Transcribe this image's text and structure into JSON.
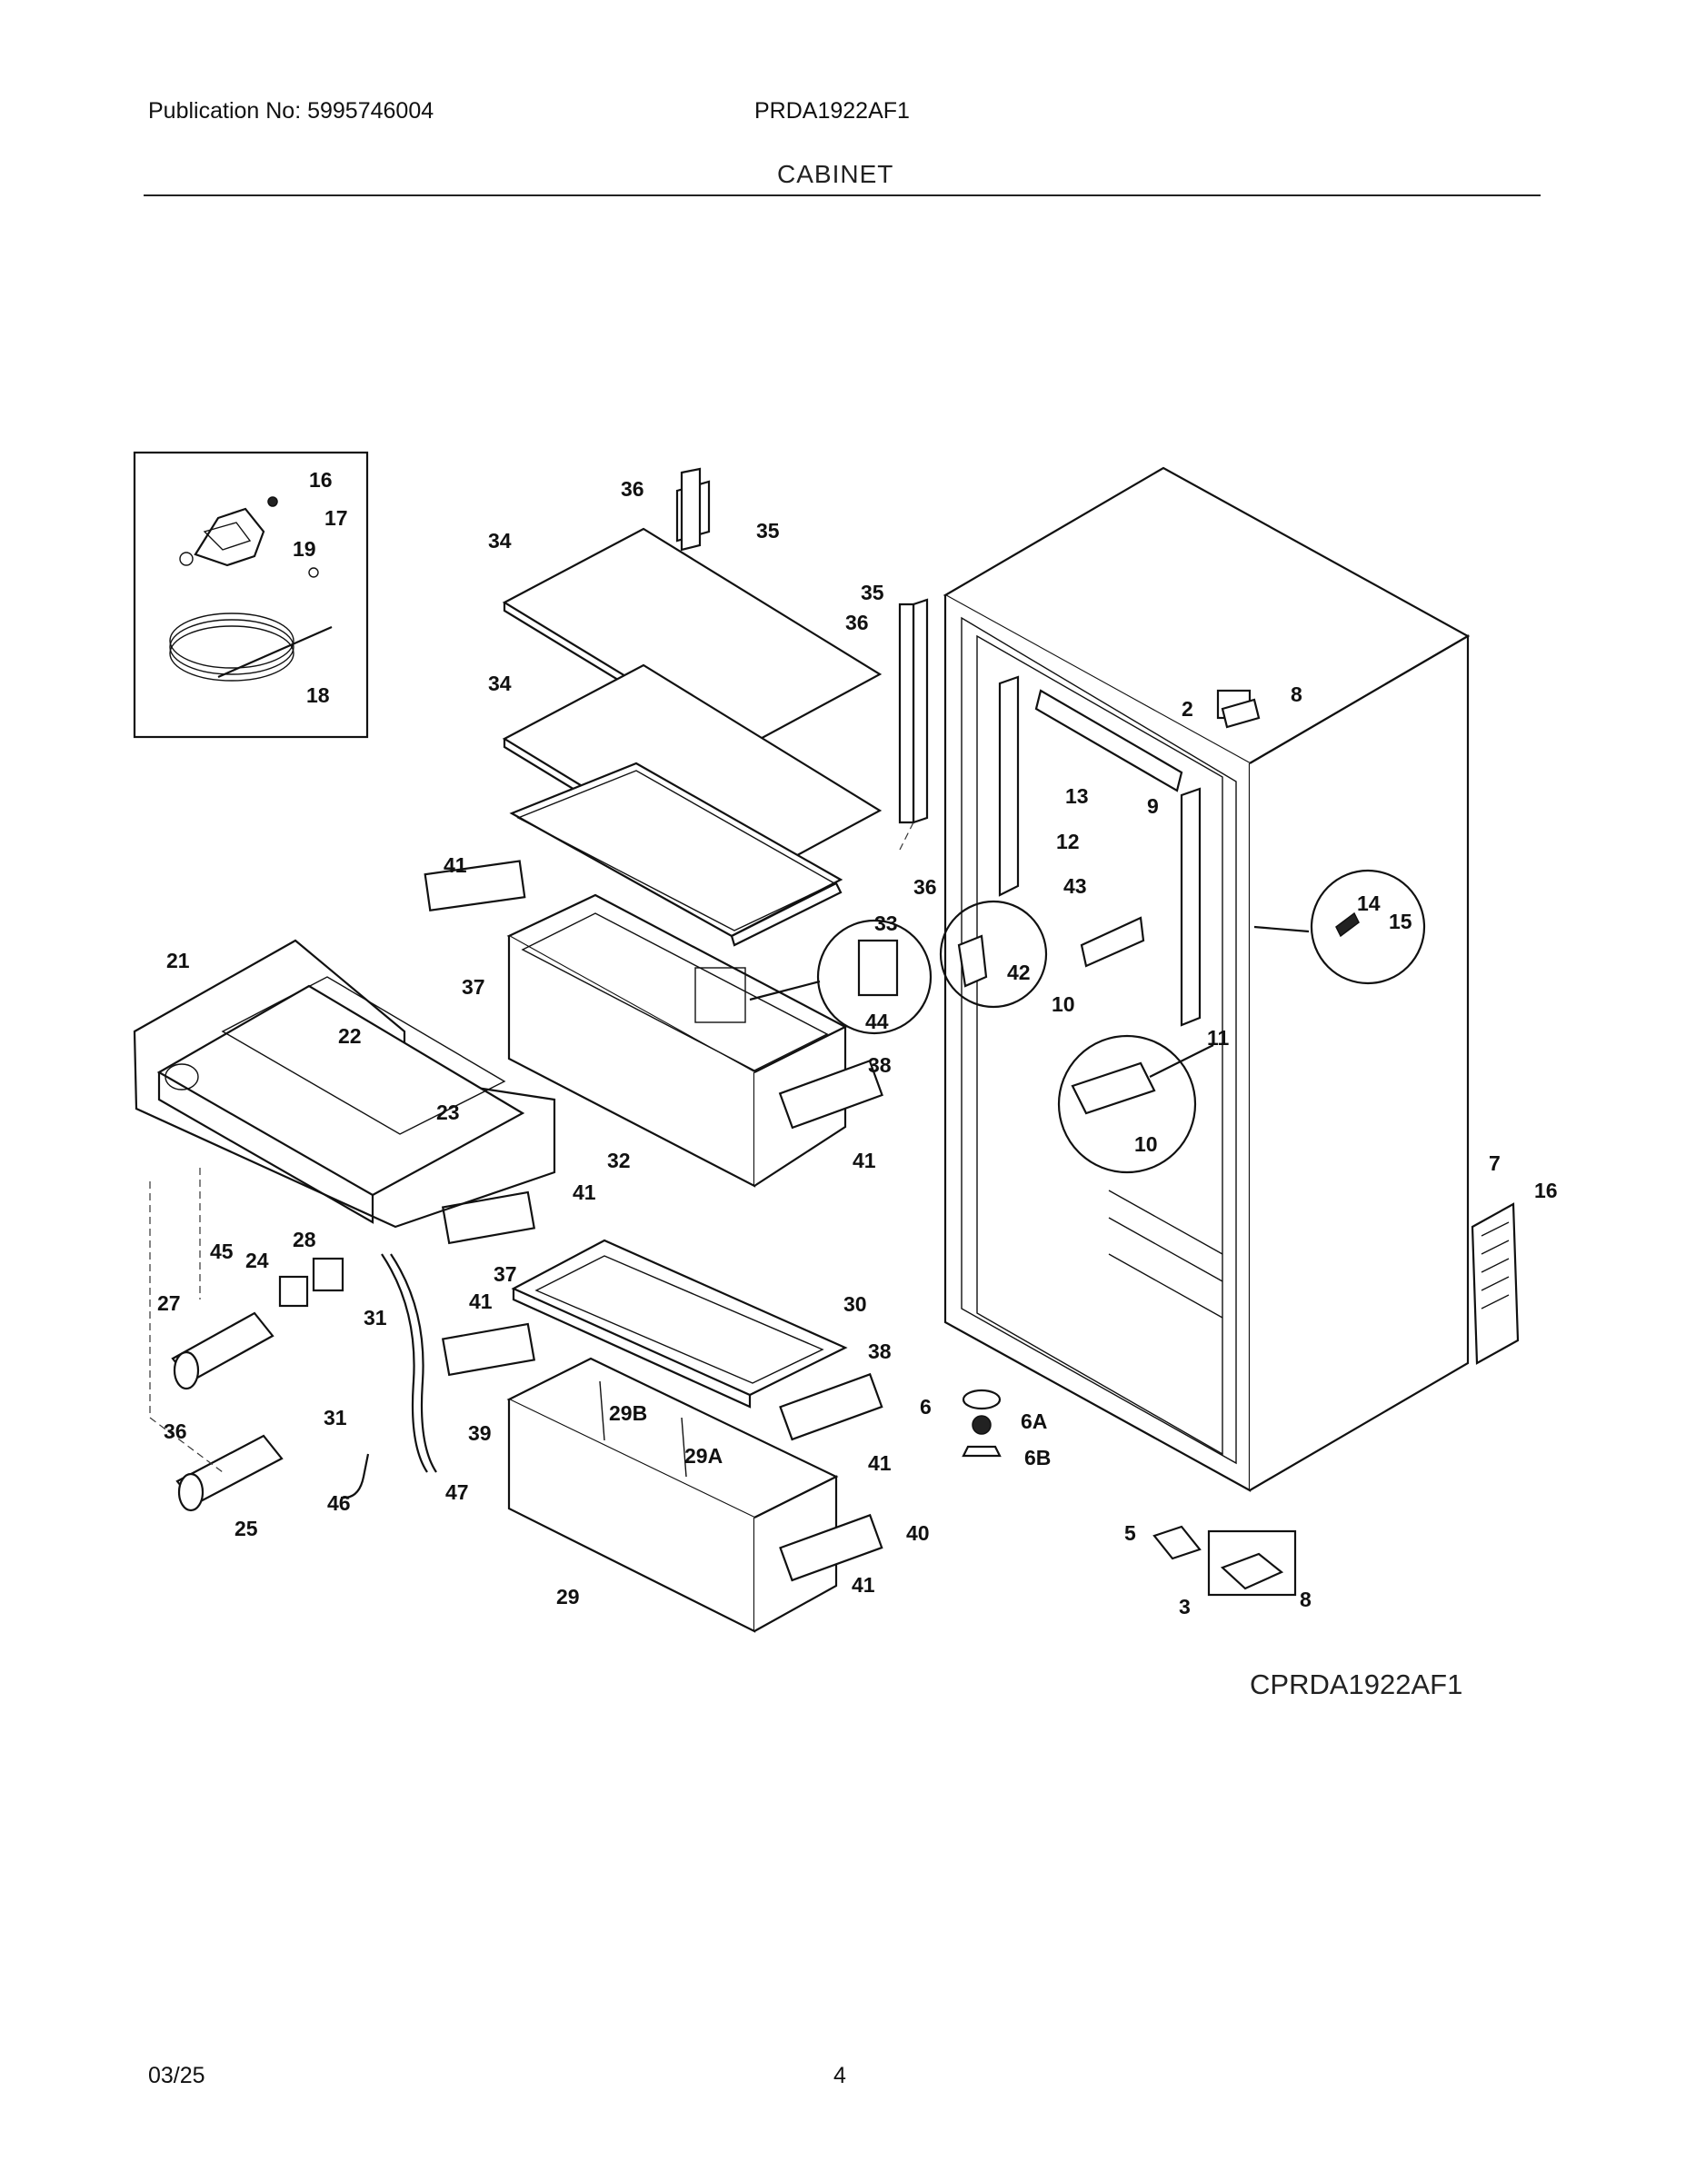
{
  "header": {
    "publication": "Publication No: 5995746004",
    "model": "PRDA1922AF1",
    "section": "CABINET"
  },
  "diagram": {
    "code": "CPRDA1922AF1",
    "callouts": [
      "16",
      "17",
      "19",
      "18",
      "36",
      "35",
      "34",
      "34",
      "35",
      "36",
      "36",
      "33",
      "2",
      "8",
      "9",
      "13",
      "12",
      "43",
      "41",
      "37",
      "21",
      "22",
      "23",
      "32",
      "44",
      "42",
      "10",
      "11",
      "14",
      "15",
      "38",
      "41",
      "10",
      "41",
      "37",
      "41",
      "30",
      "38",
      "39",
      "29B",
      "29A",
      "41",
      "29",
      "40",
      "41",
      "6",
      "6A",
      "6B",
      "5",
      "3",
      "8",
      "7",
      "16",
      "45",
      "24",
      "28",
      "27",
      "31",
      "31",
      "36",
      "25",
      "46",
      "47"
    ]
  },
  "footer": {
    "date": "03/25",
    "page": "4"
  }
}
